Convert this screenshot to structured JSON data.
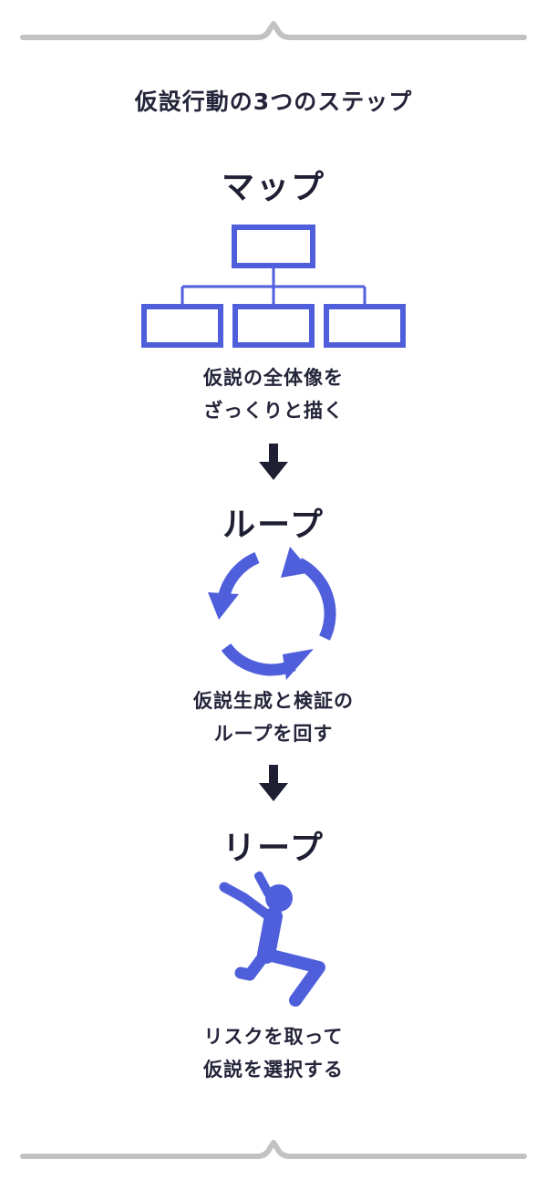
{
  "title": "仮設行動の3つのステップ",
  "steps": [
    {
      "heading": "マップ",
      "icon": "hierarchy-map-icon",
      "description": [
        "仮説の全体像を",
        "ざっくりと描く"
      ]
    },
    {
      "heading": "ループ",
      "icon": "cycle-loop-icon",
      "description": [
        "仮説生成と検証の",
        "ループを回す"
      ]
    },
    {
      "heading": "リープ",
      "icon": "leaping-person-icon",
      "description": [
        "リスクを取って",
        "仮説を選択する"
      ]
    }
  ],
  "colors": {
    "accent": "#4f5fdc",
    "text": "#1f1f33",
    "arrow": "#1f1f33",
    "divider": "#c2c2c2"
  }
}
